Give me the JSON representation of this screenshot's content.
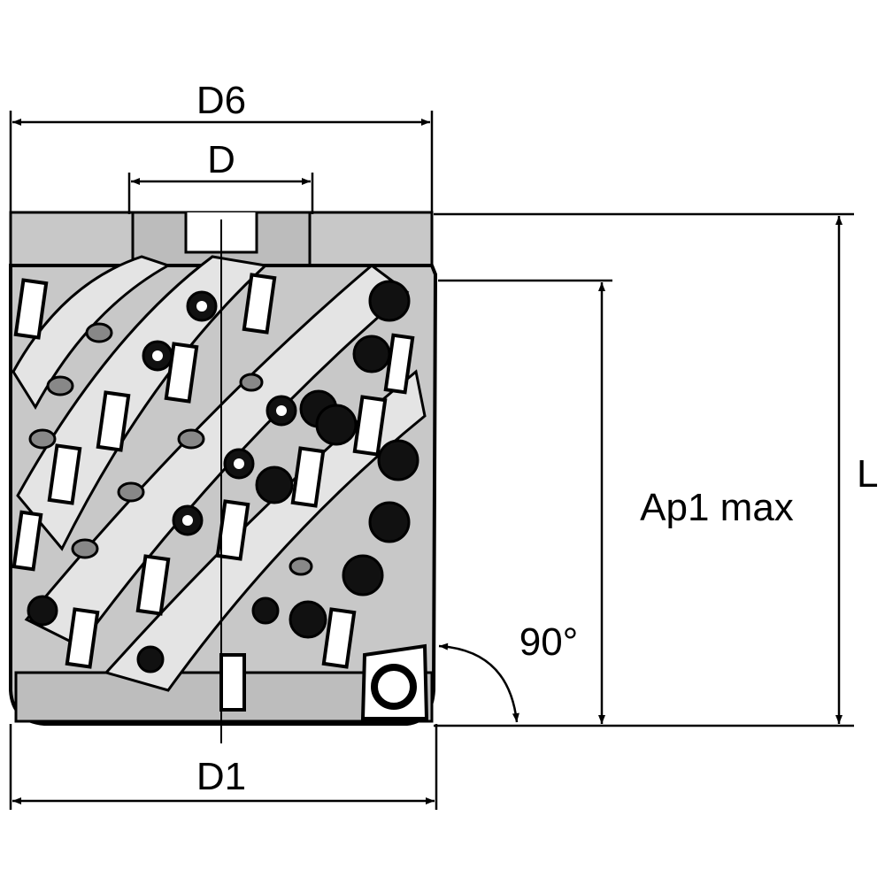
{
  "diagram": {
    "labels": {
      "d6": "D6",
      "d": "D",
      "d1": "D1",
      "l": "L",
      "ap1max": "Ap1 max",
      "angle": "90°"
    },
    "colors": {
      "body": "#c8c8c8",
      "line": "#000000",
      "background": "#ffffff"
    }
  }
}
